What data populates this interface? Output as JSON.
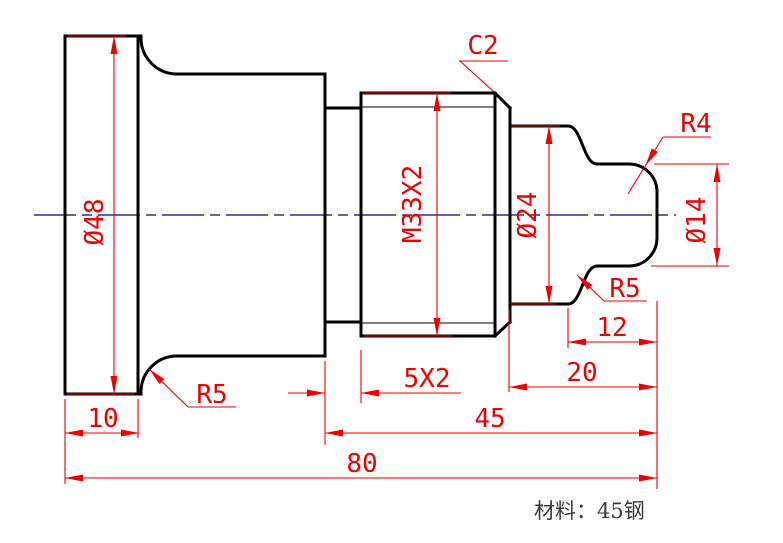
{
  "dimensions": {
    "flange_diameter": "Ø48",
    "thread_spec": "M33X2",
    "middle_diameter": "Ø24",
    "end_diameter": "Ø14",
    "flange_length": "10",
    "end_section_length": "12",
    "right_section_length": "20",
    "shoulder_to_end_length": "45",
    "total_length": "80",
    "relief_groove": "5X2"
  },
  "labels": {
    "chamfer": "C2",
    "nose_radius": "R4",
    "flange_fillet": "R5",
    "neck_fillet": "R5"
  },
  "note": {
    "material": "材料：45钢"
  },
  "colors": {
    "outline": "#000000",
    "dimension": "#ee0000",
    "centerline": "#00008b",
    "note_text": "#3b3b3b",
    "background": "#ffffff"
  }
}
